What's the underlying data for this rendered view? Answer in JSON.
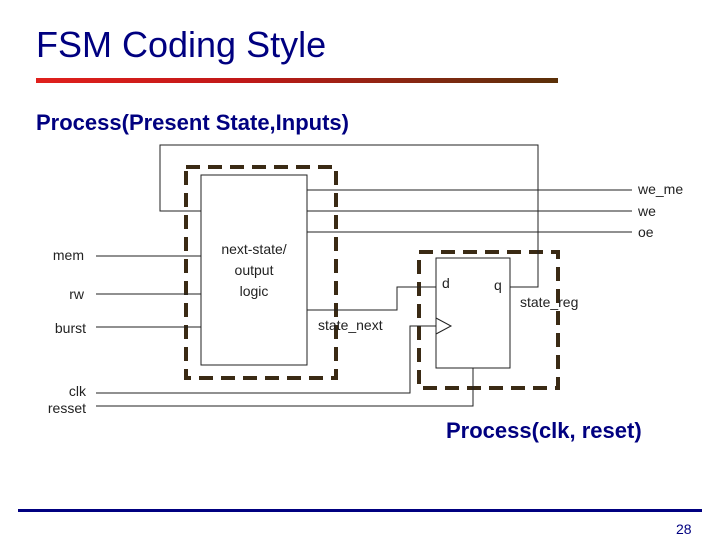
{
  "slide": {
    "title": "FSM Coding Style",
    "subtitle": "Process(Present State,Inputs)",
    "caption": "Process(clk, reset)",
    "page_number": "28"
  },
  "diagram": {
    "inputs": [
      "mem",
      "rw",
      "burst"
    ],
    "clock_inputs": [
      "clk",
      "resset"
    ],
    "outputs": [
      "we_me",
      "we",
      "oe"
    ],
    "logic_block_lines": [
      "next-state/",
      "output",
      "logic"
    ],
    "state_next_label": "state_next",
    "register": {
      "d_label": "d",
      "q_label": "q",
      "name": "state_reg"
    }
  },
  "colors": {
    "title": "#000080",
    "rule_start": "#e0201c",
    "rule_end": "#5a3008",
    "dashed_box": "#3a2a14",
    "wire": "#222222"
  }
}
